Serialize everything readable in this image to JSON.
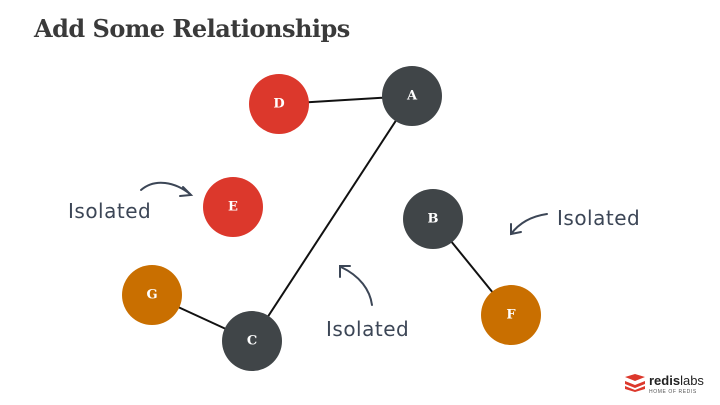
{
  "title": "Add Some Relationships",
  "nodes": [
    {
      "id": "A",
      "label": "A",
      "color": "#404548"
    },
    {
      "id": "B",
      "label": "B",
      "color": "#404548"
    },
    {
      "id": "C",
      "label": "C",
      "color": "#404548"
    },
    {
      "id": "D",
      "label": "D",
      "color": "#dc382c"
    },
    {
      "id": "E",
      "label": "E",
      "color": "#dc382c"
    },
    {
      "id": "F",
      "label": "F",
      "color": "#c96f00"
    },
    {
      "id": "G",
      "label": "G",
      "color": "#c96f00"
    }
  ],
  "edges": [
    {
      "from": "D",
      "to": "A"
    },
    {
      "from": "A",
      "to": "C"
    },
    {
      "from": "G",
      "to": "C"
    },
    {
      "from": "B",
      "to": "F"
    }
  ],
  "annotations": {
    "isolated_left": "Isolated",
    "isolated_right": "Isolated",
    "isolated_bottom": "Isolated"
  },
  "logo": {
    "name_bold": "redis",
    "name_light": "labs",
    "tagline": "HOME OF REDIS",
    "color": "#dc382c"
  }
}
